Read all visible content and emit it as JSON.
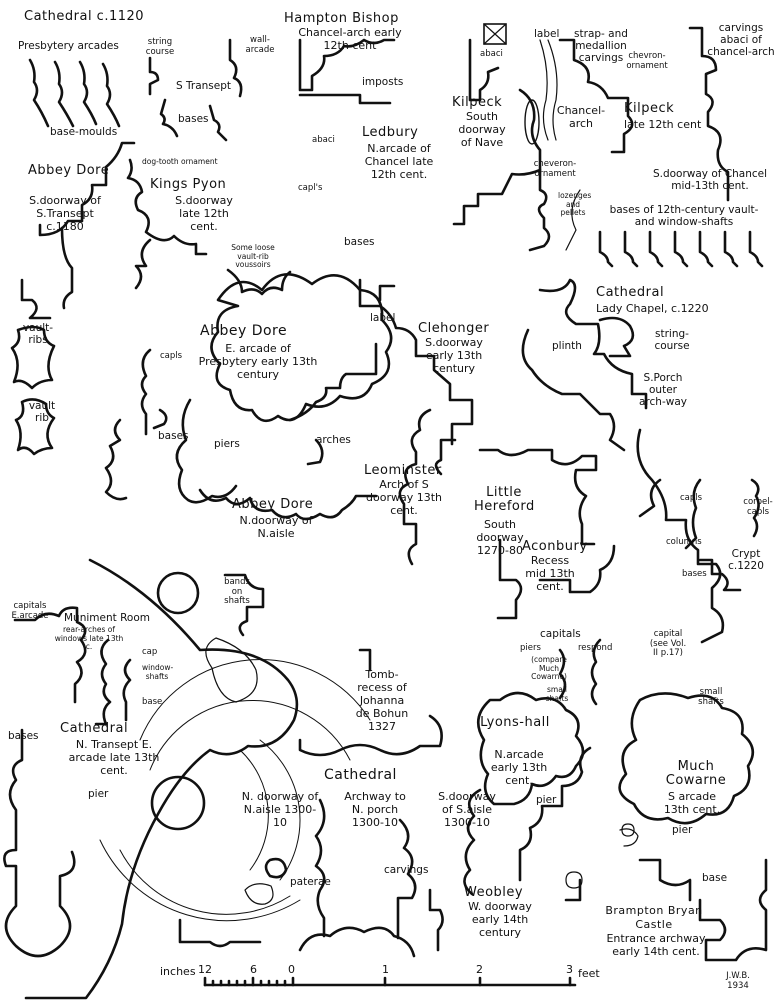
{
  "labels": {
    "cathedral_1120": "Cathedral c.1120",
    "presbytery_arcades": "Presbytery arcades",
    "base_moulds": "base-moulds",
    "string_course": "string course",
    "wall_arcade": "wall-arcade",
    "s_transept": "S Transept",
    "bases_1": "bases",
    "hampton_title": "Hampton Bishop",
    "hampton_sub": "Chancel-arch early 12th cent",
    "imposts": "imposts",
    "abaci_1": "abaci",
    "label_1": "label",
    "strap_medallion": "strap- and medallion carvings",
    "kilpeck_1_title": "Kilpeck",
    "kilpeck_1_sub": "South doorway of Nave",
    "chancel_arch": "Chancel-arch",
    "chevron_1": "chevron-ornament",
    "chevron_2": "cheveron-ornament",
    "carvings_abaci": "carvings abaci of chancel-arch",
    "kilpeck_2_title": "Kilpeck",
    "kilpeck_2_sub": "late 12th cent",
    "abbey_dore_1_title": "Abbey Dore",
    "abbey_dore_1_sub": "S.doorway of S.Transept c.1180",
    "dog_tooth": "dog-tooth ornament",
    "kings_pyon_title": "Kings Pyon",
    "kings_pyon_sub": "S.doorway late 12th cent.",
    "abaci_2": "abaci",
    "caps_1": "capl's",
    "ledbury_title": "Ledbury",
    "ledbury_sub": "N.arcade of Chancel late 12th cent.",
    "bases_2": "bases",
    "lozenges": "lozenges and pellets",
    "s_doorway_chancel": "S.doorway of Chancel mid-13th cent.",
    "bases_12th": "bases of 12th-century vault- and window-shafts",
    "loose_vault": "Some loose vault-rib voussoirs",
    "vault_ribs": "vault-ribs",
    "vault_rib": "vault rib",
    "abbey_dore_2_title": "Abbey Dore",
    "abbey_dore_2_sub": "E. arcade of Presbytery early 13th century",
    "caps_2": "capls",
    "bases_3": "bases",
    "piers_1": "piers",
    "label_2": "label",
    "clehonger_title": "Clehonger",
    "clehonger_sub": "S.doorway early 13th century",
    "cathedral_lady_title": "Cathedral",
    "cathedral_lady_sub": "Lady Chapel, c.1220",
    "plinth": "plinth",
    "string_course_2": "string-course",
    "s_porch": "S.Porch outer arch-way",
    "arches": "arches",
    "leominster_title": "Leominster",
    "leominster_sub": "Arch of S doorway 13th cent.",
    "little_hereford_title": "Little Hereford",
    "little_hereford_sub": "South doorway 1270-80",
    "abbey_dore_3_title": "Abbey Dore",
    "abbey_dore_3_sub": "N.doorway of N.aisle",
    "aconbury_title": "Aconbury",
    "aconbury_sub": "Recess mid 13th cent.",
    "caps_3": "capls",
    "corbel_caps": "corbel-capls",
    "columns": "columns",
    "bases_4": "bases",
    "crypt": "Crypt c.1220",
    "bands_on_shafts": "bands on shafts",
    "capitals_e_arcade": "capitals E.arcade",
    "muniment_room": "Muniment Room",
    "muniment_sub": "rear-arches of windows late 13th c.",
    "cap": "cap",
    "window_shafts": "window-shafts",
    "base_1": "base",
    "bases_5": "bases",
    "cathedral_ntransept_title": "Cathedral",
    "cathedral_ntransept_sub": "N. Transept E. arcade late 13th cent.",
    "pier_1": "pier",
    "capitals": "capitals",
    "piers_2": "piers",
    "respond": "respond",
    "compare": "(compare Much Cowarne)",
    "small_shafts_1": "small shafts",
    "capital_see": "capital (see Vol. II p.17)",
    "small_shafts_2": "small shafts",
    "tomb_recess": "Tomb-recess of Johanna de Bohun 1327",
    "lyonshall_title": "Lyons-hall",
    "lyonshall_sub": "N.arcade early 13th cent.",
    "much_cowarne_title": "Much Cowarne",
    "much_cowarne_sub": "S arcade 13th cent.",
    "pier_2": "pier",
    "pier_3": "pier",
    "base_2": "base",
    "cathedral_main_title": "Cathedral",
    "n_doorway": "N. doorway of N.aisle 1300-10",
    "archway_nporch": "Archway to N. porch 1300-10",
    "s_doorway_saisle": "S.doorway of S.aisle 1300-10",
    "paterae": "paterae",
    "carvings_2": "carvings",
    "weobley_title": "Weobley",
    "weobley_sub": "W. doorway early 14th century",
    "brampton_title": "Brampton Bryan Castle",
    "brampton_sub": "Entrance archway early 14th cent.",
    "scale_inches": "inches",
    "scale_12": "12",
    "scale_6": "6",
    "scale_0": "0",
    "scale_1": "1",
    "scale_2": "2",
    "scale_3": "3",
    "scale_feet": "feet",
    "signature": "J.W.B. 1934"
  },
  "colors": {
    "ink": "#111111",
    "paper": "#ffffff"
  }
}
